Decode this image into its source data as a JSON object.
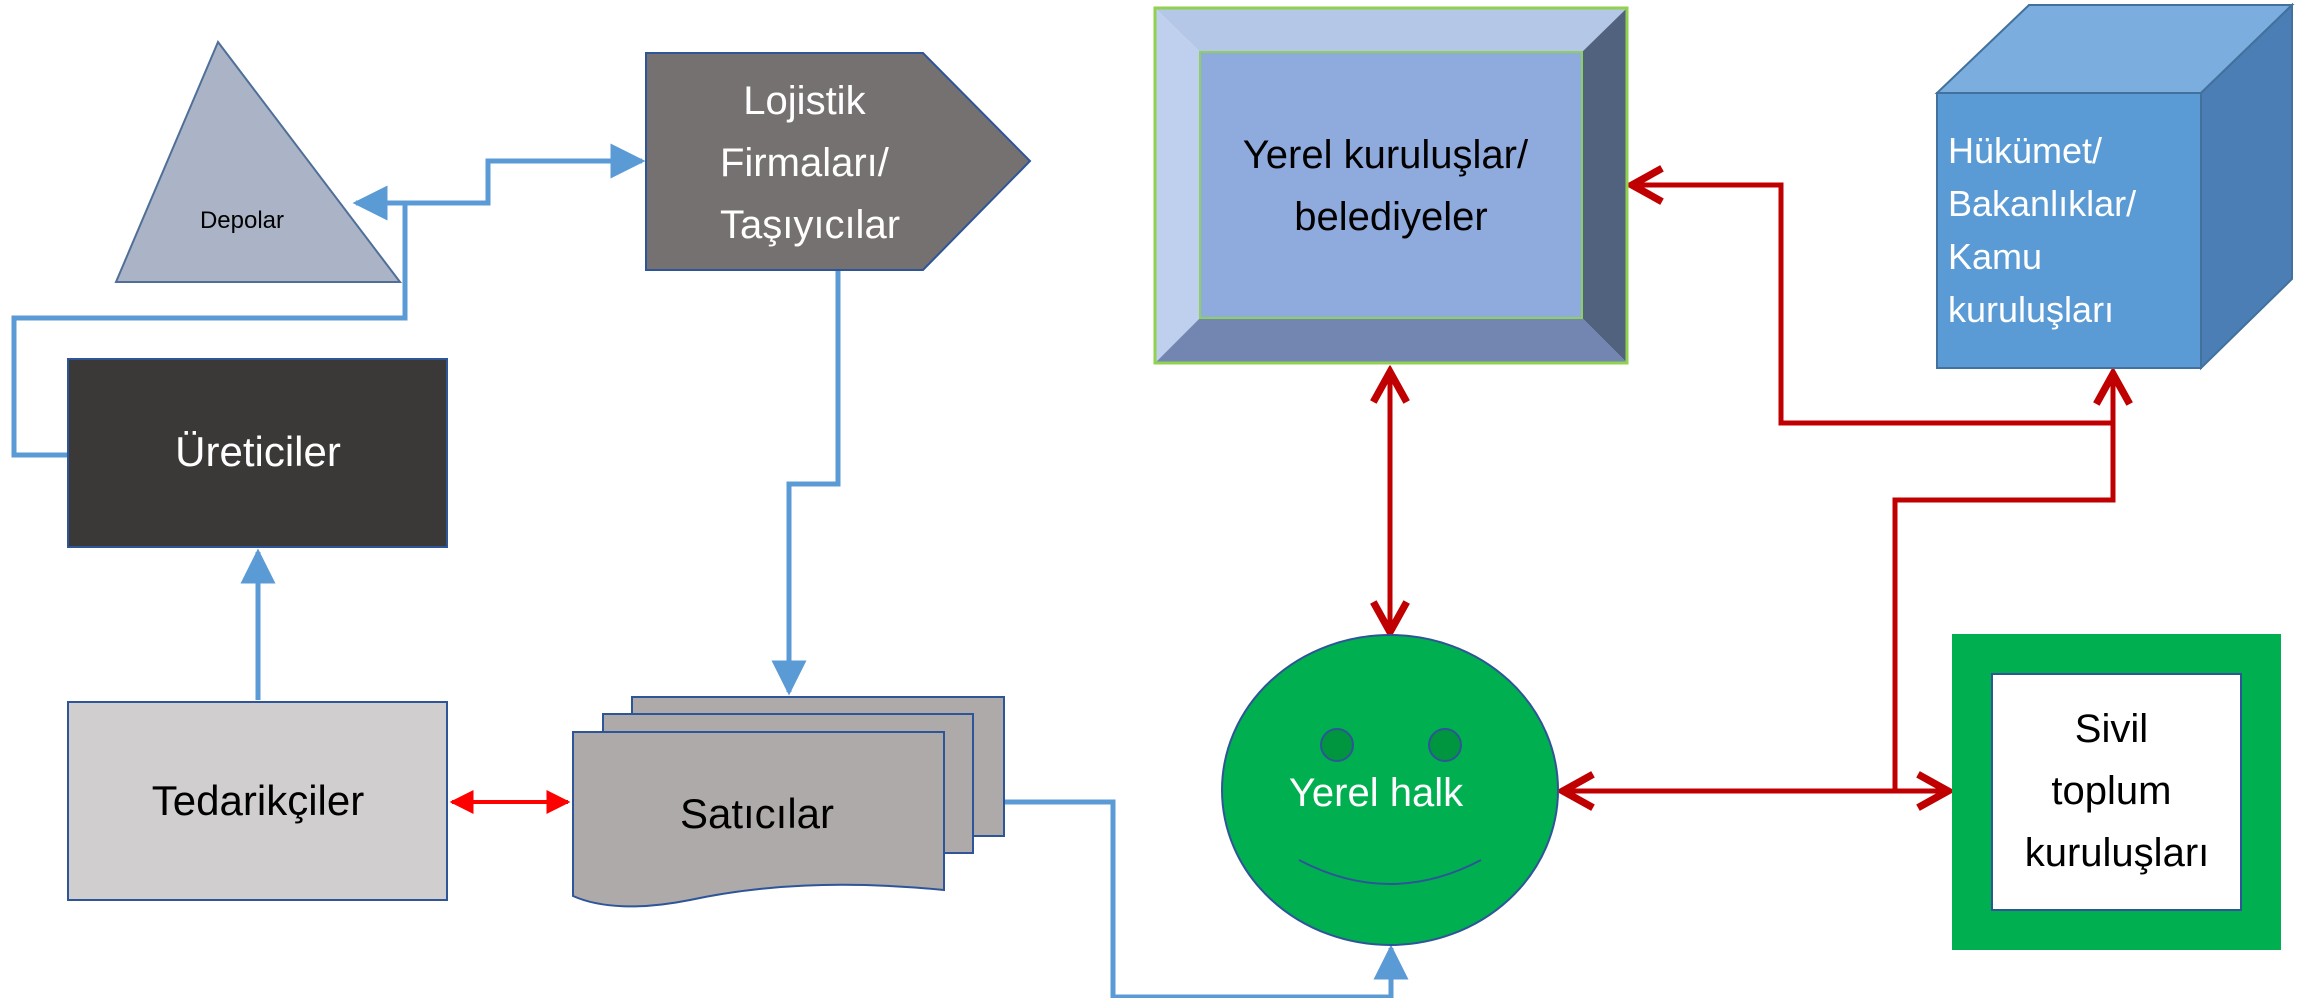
{
  "nodes": {
    "depolar": {
      "label": "Depolar"
    },
    "lojistik": {
      "lines": [
        "Lojistik",
        "Firmaları/",
        "Taşıyıcılar"
      ]
    },
    "ureticiler": {
      "label": "Üreticiler"
    },
    "tedarikciler": {
      "label": "Tedarikçiler"
    },
    "saticilar": {
      "label": "Satıcılar"
    },
    "yerel_kuruluslar": {
      "lines": [
        "Yerel kuruluşlar/",
        "belediyeler"
      ]
    },
    "hukumet": {
      "lines": [
        "Hükümet/",
        "Bakanlıklar/",
        "Kamu",
        "kuruluşları"
      ]
    },
    "yerel_halk": {
      "label": "Yerel halk"
    },
    "sivil_toplum": {
      "lines": [
        "Sivil",
        "toplum",
        "kuruluşları"
      ]
    }
  },
  "colors": {
    "blue_connector": "#5b9bd5",
    "red_connector": "#c00000",
    "bright_red_connector": "#ff0000",
    "triangle_fill": "#aab4c6",
    "lojistik_fill": "#767171",
    "ureticiler_fill": "#3b3838",
    "tedarikciler_fill": "#d0cece",
    "saticilar_fill": "#aeaaaa",
    "yerel_fill": "#8faadc",
    "hukumet_fill": "#5b9bd5",
    "halk_fill": "#00b050",
    "sivil_frame": "#00b050"
  }
}
